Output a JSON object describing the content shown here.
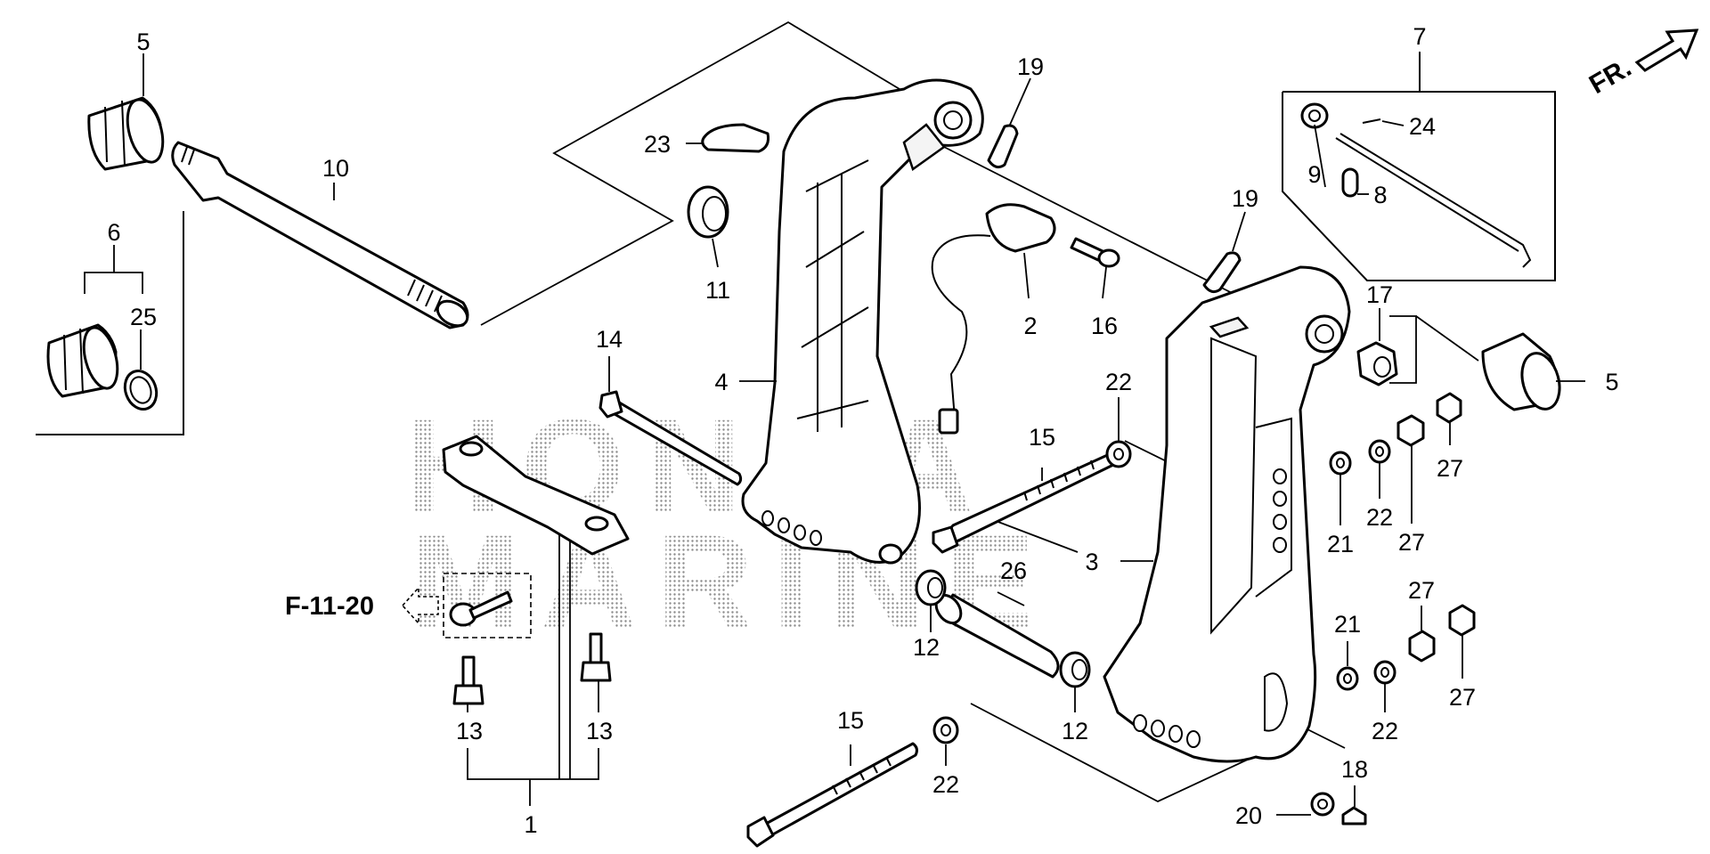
{
  "diagram": {
    "watermark_lines": [
      "HONDA",
      "MARINE"
    ],
    "reference_code": "F-11-20",
    "direction_label": "FR.",
    "callouts": [
      {
        "id": "c1",
        "text": "1"
      },
      {
        "id": "c2",
        "text": "2"
      },
      {
        "id": "c3",
        "text": "3"
      },
      {
        "id": "c4",
        "text": "4"
      },
      {
        "id": "c5a",
        "text": "5"
      },
      {
        "id": "c5b",
        "text": "5"
      },
      {
        "id": "c6",
        "text": "6"
      },
      {
        "id": "c7",
        "text": "7"
      },
      {
        "id": "c8",
        "text": "8"
      },
      {
        "id": "c9",
        "text": "9"
      },
      {
        "id": "c10",
        "text": "10"
      },
      {
        "id": "c11",
        "text": "11"
      },
      {
        "id": "c12a",
        "text": "12"
      },
      {
        "id": "c12b",
        "text": "12"
      },
      {
        "id": "c13a",
        "text": "13"
      },
      {
        "id": "c13b",
        "text": "13"
      },
      {
        "id": "c14",
        "text": "14"
      },
      {
        "id": "c15a",
        "text": "15"
      },
      {
        "id": "c15b",
        "text": "15"
      },
      {
        "id": "c16",
        "text": "16"
      },
      {
        "id": "c17",
        "text": "17"
      },
      {
        "id": "c18",
        "text": "18"
      },
      {
        "id": "c19a",
        "text": "19"
      },
      {
        "id": "c19b",
        "text": "19"
      },
      {
        "id": "c20",
        "text": "20"
      },
      {
        "id": "c21a",
        "text": "21"
      },
      {
        "id": "c21b",
        "text": "21"
      },
      {
        "id": "c22a",
        "text": "22"
      },
      {
        "id": "c22b",
        "text": "22"
      },
      {
        "id": "c22c",
        "text": "22"
      },
      {
        "id": "c22d",
        "text": "22"
      },
      {
        "id": "c23",
        "text": "23"
      },
      {
        "id": "c24",
        "text": "24"
      },
      {
        "id": "c25",
        "text": "25"
      },
      {
        "id": "c26",
        "text": "26"
      },
      {
        "id": "c27a",
        "text": "27"
      },
      {
        "id": "c27b",
        "text": "27"
      },
      {
        "id": "c27c",
        "text": "27"
      },
      {
        "id": "c27d",
        "text": "27"
      }
    ]
  }
}
